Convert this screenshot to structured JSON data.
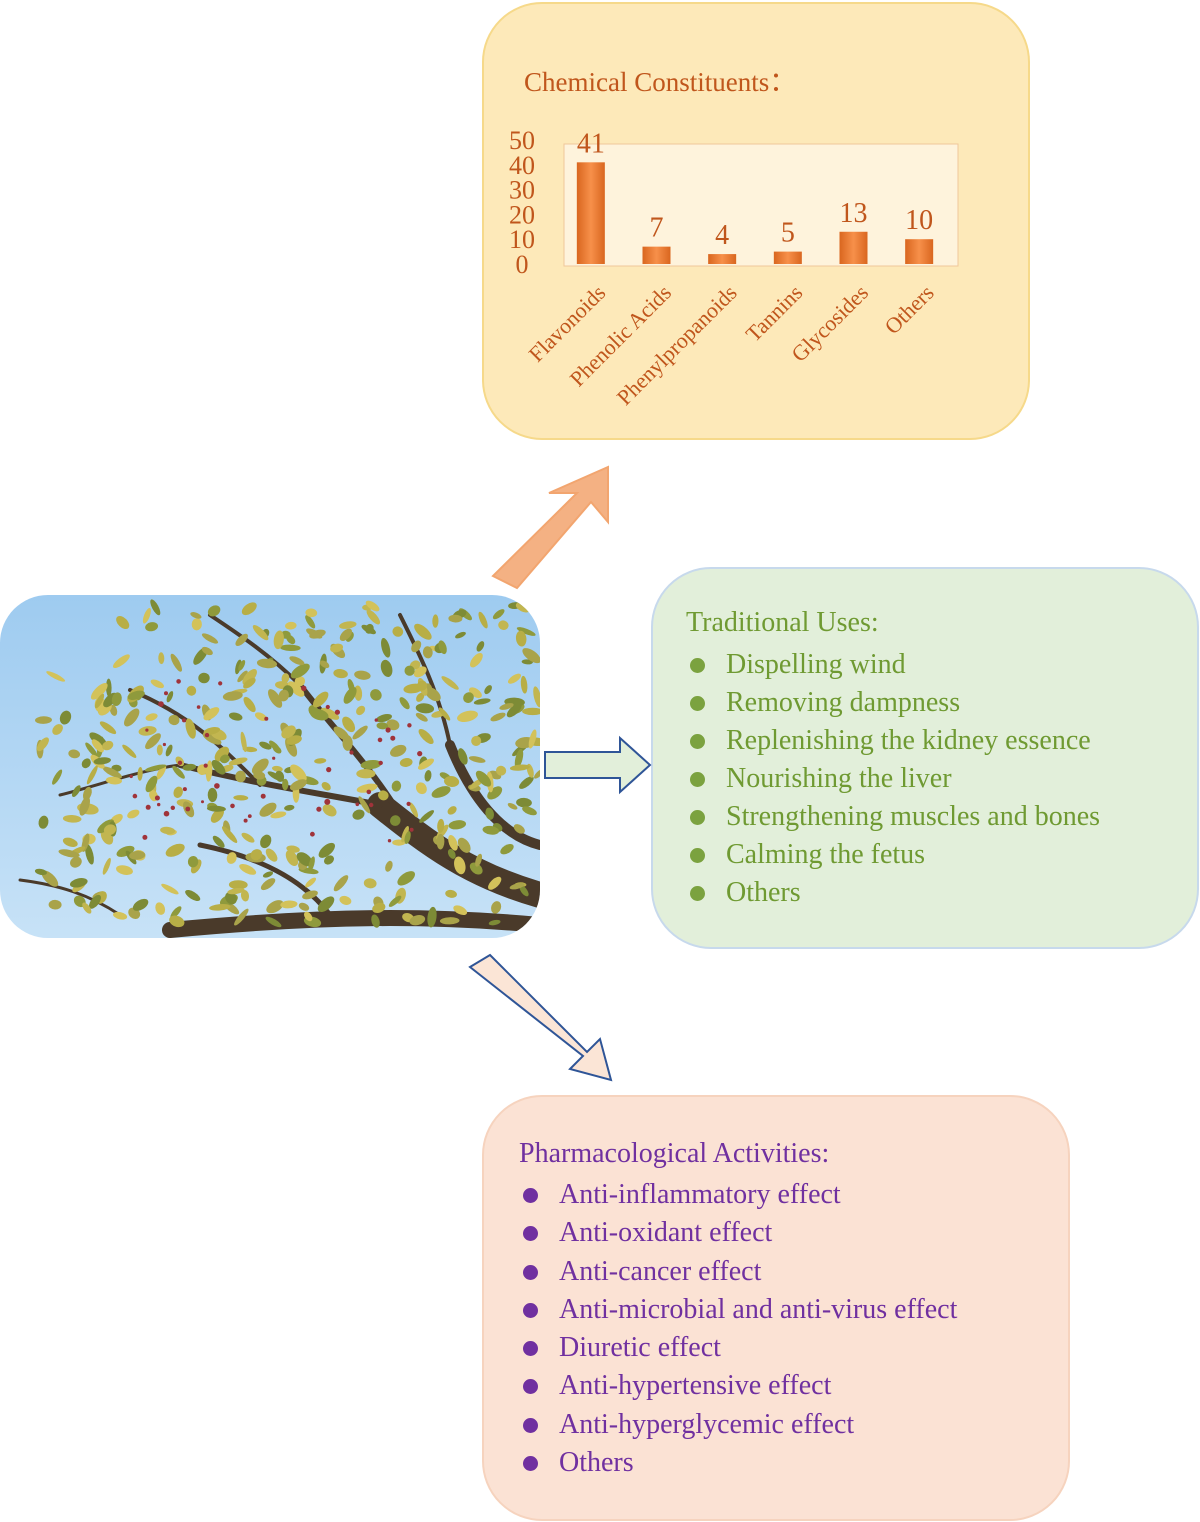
{
  "chemical_constituents": {
    "title": "Chemical Constituents："
  },
  "chart_data": {
    "type": "bar",
    "title": "Chemical Constituents：",
    "categories": [
      "Flavonoids",
      "Phenolic Acids",
      "Phenylpropanoids",
      "Tannins",
      "Glycosides",
      "Others"
    ],
    "values": [
      41,
      7,
      4,
      5,
      13,
      10
    ],
    "data_labels": [
      "41",
      "7",
      "4",
      "5",
      "13",
      "10"
    ],
    "ylim": [
      0,
      50
    ],
    "yticks": [
      "0",
      "10",
      "20",
      "30",
      "40",
      "50"
    ],
    "grid": false,
    "bar_color": "#ee7d31",
    "text_color": "#c0561c"
  },
  "traditional_uses": {
    "title": "Traditional Uses:",
    "items": [
      "Dispelling wind",
      "Removing dampness",
      "Replenishing the kidney essence",
      "Nourishing the liver",
      "Strengthening muscles and bones",
      "Calming the fetus",
      "Others"
    ],
    "color": "#6f9a32"
  },
  "pharmacological_activities": {
    "title": "Pharmacological Activities:",
    "items": [
      "Anti-inflammatory effect",
      "Anti-oxidant effect",
      "Anti-cancer effect",
      "Anti-microbial and anti-virus effect",
      "Diuretic effect",
      "Anti-hypertensive effect",
      "Anti-hyperglycemic effect",
      "Others"
    ],
    "color": "#7030a0"
  },
  "colors": {
    "chem_panel": "#fde9b9",
    "trad_panel": "#e2efda",
    "pharm_panel": "#fbe2d4",
    "arrow_orange": "#f4b183",
    "arrow_green": "#e2efda",
    "arrow_peach": "#fbe5d6",
    "arrow_outline": "#2f5597"
  }
}
